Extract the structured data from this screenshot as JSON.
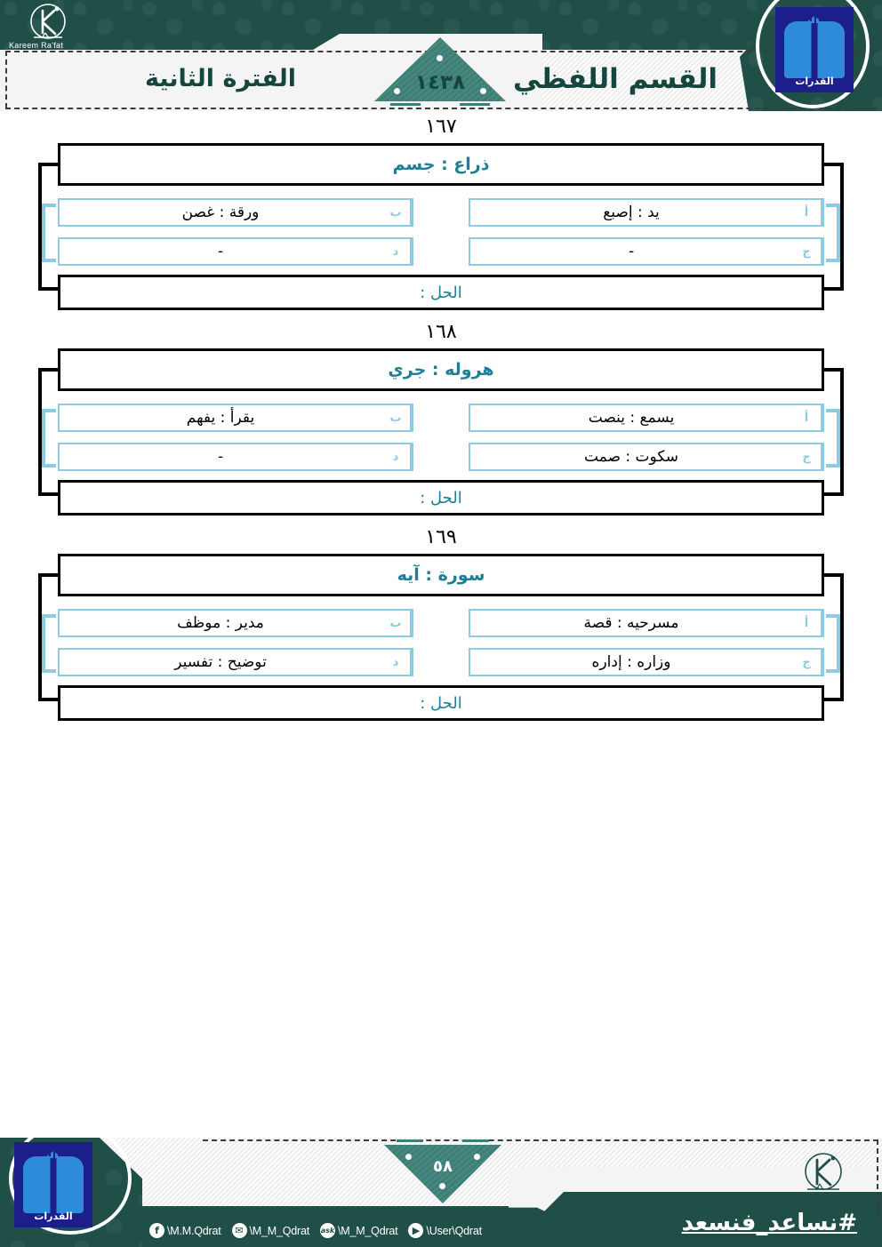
{
  "header": {
    "brand_mark": "Kareem Ra'fat",
    "title": "القسم اللفظي",
    "period": "الفترة الثانية",
    "year": "١٤٣٨",
    "logo_word": "القدرات"
  },
  "questions": [
    {
      "number": "١٦٧",
      "prompt": "ذراع : جسم",
      "options": [
        {
          "letter": "أ",
          "text": "يد : إصبع"
        },
        {
          "letter": "ب",
          "text": "ورقة : غصن"
        },
        {
          "letter": "ج",
          "text": "-"
        },
        {
          "letter": "د",
          "text": "-"
        }
      ],
      "answer_label": "الحل :"
    },
    {
      "number": "١٦٨",
      "prompt": "هروله : جري",
      "options": [
        {
          "letter": "أ",
          "text": "يسمع : ينصت"
        },
        {
          "letter": "ب",
          "text": "يقرأ : يفهم"
        },
        {
          "letter": "ج",
          "text": "سكوت : صمت"
        },
        {
          "letter": "د",
          "text": "-"
        }
      ],
      "answer_label": "الحل :"
    },
    {
      "number": "١٦٩",
      "prompt": "سورة : آيه",
      "options": [
        {
          "letter": "أ",
          "text": "مسرحيه : قصة"
        },
        {
          "letter": "ب",
          "text": "مدير : موظف"
        },
        {
          "letter": "ج",
          "text": "وزاره : إداره"
        },
        {
          "letter": "د",
          "text": "توضيح : تفسير"
        }
      ],
      "answer_label": "الحل :"
    }
  ],
  "footer": {
    "page_number": "٥٨",
    "hashtag": "#نساعد_فنسعد",
    "brand_mark": "Kareem Ra'fat",
    "logo_word": "القدرات",
    "socials": [
      {
        "network": "facebook",
        "glyph": "f",
        "handle": "\\M.M.Qdrat"
      },
      {
        "network": "twitter",
        "glyph": "✉",
        "handle": "\\M_M_Qdrat"
      },
      {
        "network": "ask",
        "glyph": "ask",
        "handle": "\\M_M_Qdrat"
      },
      {
        "network": "youtube",
        "glyph": "▶",
        "handle": "\\User\\Qdrat"
      }
    ]
  },
  "colors": {
    "dark_green": "#1f4f47",
    "teal": "#3c7f76",
    "heading_teal": "#1f7f96",
    "option_blue": "#8ecae0",
    "logo_blue": "#1c1f8a"
  }
}
